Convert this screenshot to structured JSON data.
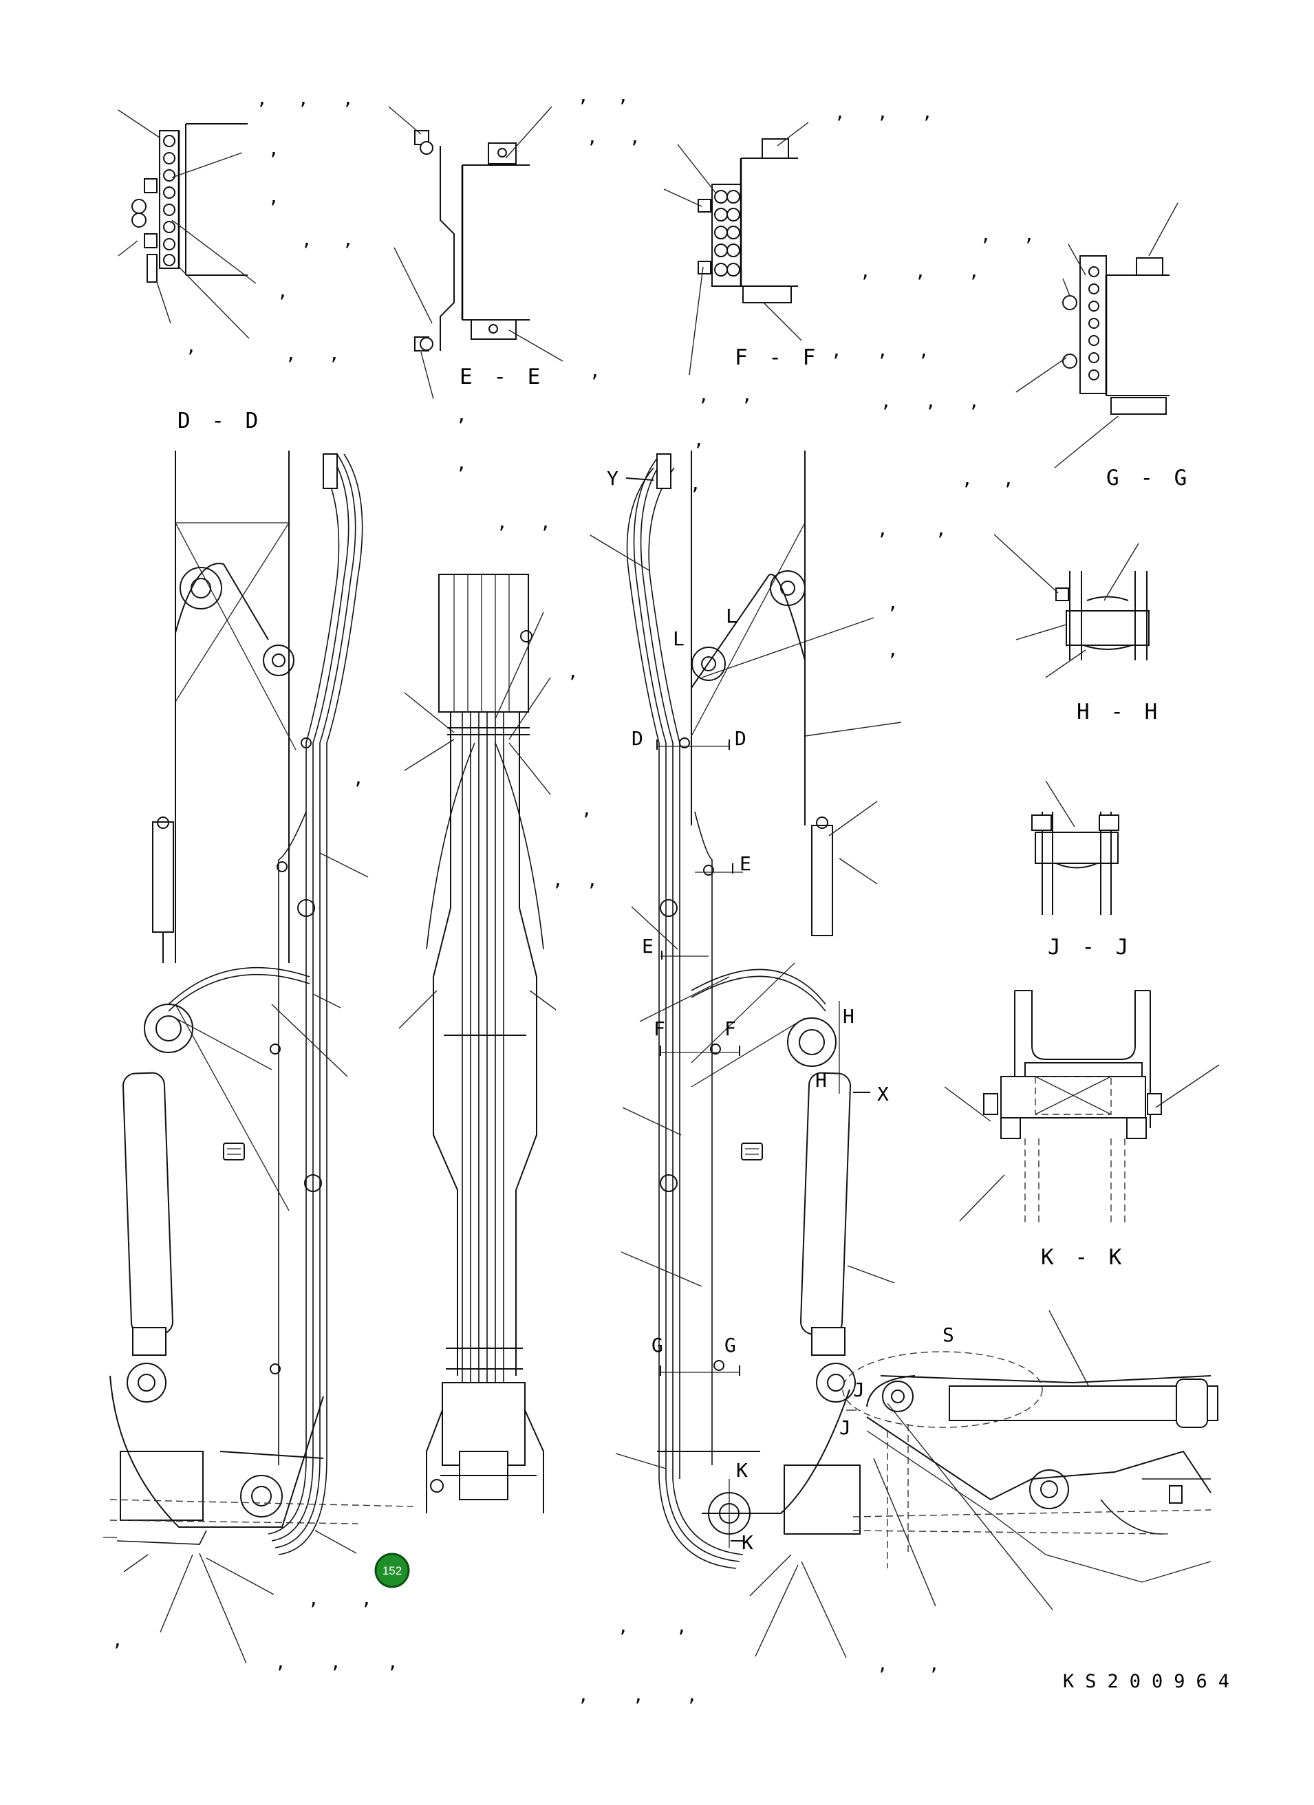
{
  "sections": {
    "dd": "D - D",
    "ee": "E - E",
    "ff": "F - F",
    "gg": "G - G",
    "hh": "H - H",
    "jj": "J - J",
    "kk": "K - K"
  },
  "markers": {
    "y": "Y",
    "x": "X",
    "s": "S",
    "l1": "L",
    "l2": "L",
    "d1": "D",
    "d2": "D",
    "e1": "E",
    "e2": "E",
    "f1": "F",
    "f2": "F",
    "g1": "G",
    "g2": "G",
    "h1": "H",
    "h2": "H",
    "j1": "J",
    "j2": "J",
    "k1": "K",
    "k2": "K"
  },
  "drawing_number": "KS200964",
  "page_ref_badge": {
    "label": "152",
    "color": "#1f8f2a",
    "icon": "page-reference-icon"
  },
  "callout_comma": ","
}
